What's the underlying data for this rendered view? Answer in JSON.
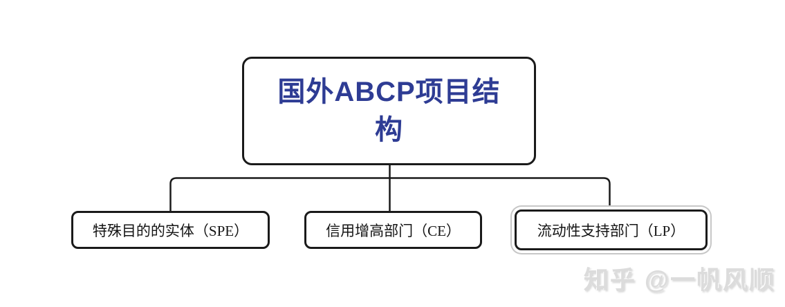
{
  "diagram": {
    "root": {
      "title_line1": "国外ABCP项目结",
      "title_line2": "构"
    },
    "children": [
      {
        "id": "spe",
        "label": "特殊目的的实体（SPE）",
        "selected": false
      },
      {
        "id": "ce",
        "label": "信用增高部门（CE）",
        "selected": false
      },
      {
        "id": "lp",
        "label": "流动性支持部门（LP）",
        "selected": true
      }
    ],
    "colors": {
      "root_title_text": "#2e3c94",
      "node_border": "#1a1a1a",
      "connector_line": "#1a1a1a",
      "selection_ring": "#c7c7c7",
      "node_fill": "#ffffff",
      "child_text": "#141414",
      "background": "#ffffff",
      "watermark_text": "#dcdcdc"
    }
  },
  "watermark": {
    "text": "知乎 @一帆风顺"
  }
}
